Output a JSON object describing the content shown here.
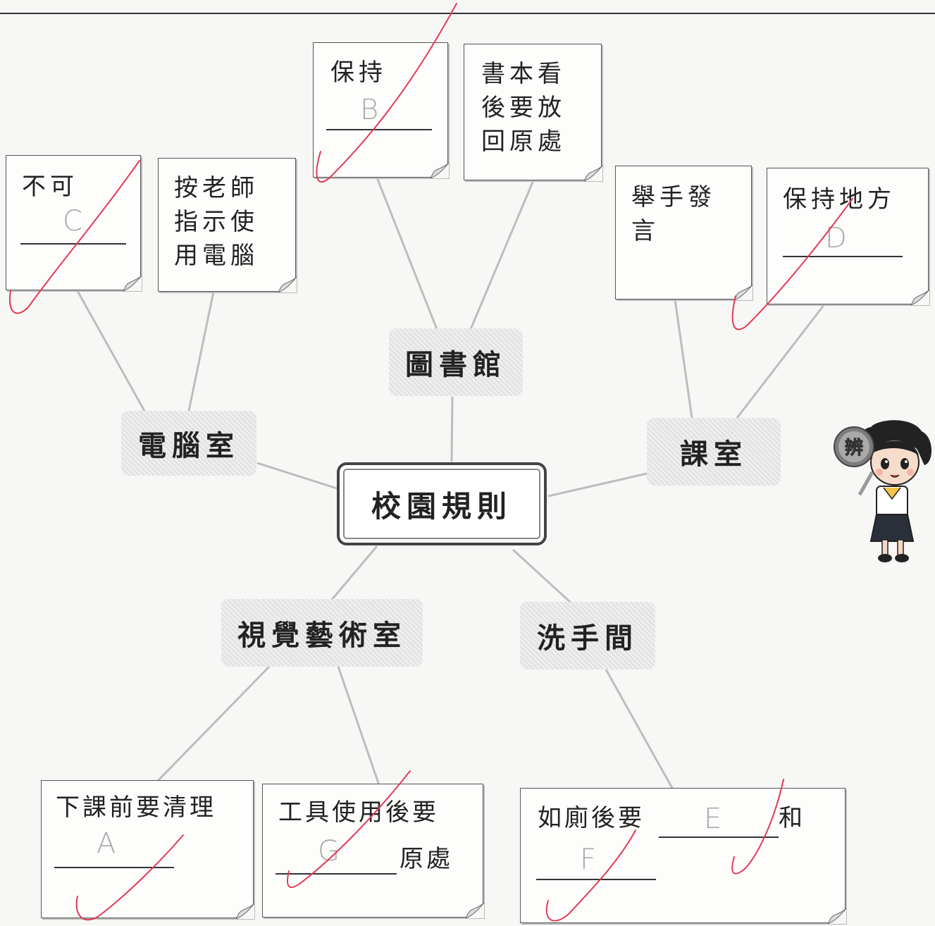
{
  "header": {
    "left": "",
    "mid": "",
    "right": ""
  },
  "center": "校園規則",
  "topics": {
    "library": "圖書館",
    "computer": "電腦室",
    "classroom": "課室",
    "art": "視覺藝術室",
    "toilet": "洗手間"
  },
  "notes": {
    "lib1": {
      "text": "保持",
      "answer": "B"
    },
    "lib2": {
      "text": "書本看\n後要放\n回原處"
    },
    "comp1": {
      "text": "不可",
      "answer": "C"
    },
    "comp2": {
      "text": "按老師\n指示使\n用電腦"
    },
    "class1": {
      "text": "舉手發\n言"
    },
    "class2": {
      "text": "保持地方",
      "answer": "D"
    },
    "art1": {
      "text": "下課前要清理",
      "answer": "A"
    },
    "art2": {
      "text_top": "工具使用後要",
      "text_bottom": "原處",
      "answer": "G"
    },
    "toilet1": {
      "text_before": "如廁後要",
      "text_after": "和",
      "answer1": "E",
      "answer2": "F"
    }
  },
  "mascot": {
    "badge": "辨"
  },
  "colors": {
    "check": "#e23b55",
    "pencil": "#a9a9a9",
    "topic_bg": "#e2e2e2"
  }
}
